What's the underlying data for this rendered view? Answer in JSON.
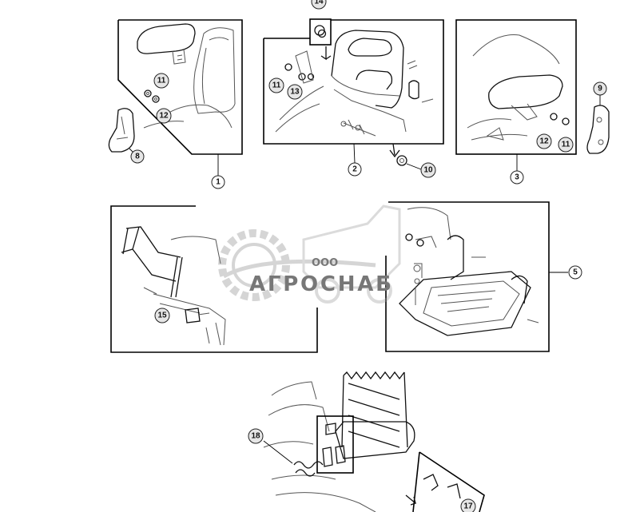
{
  "callouts": {
    "c1": "1",
    "c2": "2",
    "c3": "3",
    "c5": "5",
    "c8": "8",
    "c9": "9",
    "c10": "10",
    "c11a": "11",
    "c11b": "11",
    "c11c": "11",
    "c12a": "12",
    "c12b": "12",
    "c13": "13",
    "c14": "14",
    "c15": "15",
    "c17": "17",
    "c18": "18"
  },
  "watermark": {
    "prefix": "ООО",
    "name": "АГРОСНАБ"
  },
  "colors": {
    "line": "#000000",
    "watermark": "#777777",
    "callout_fill": "#ffffff"
  }
}
